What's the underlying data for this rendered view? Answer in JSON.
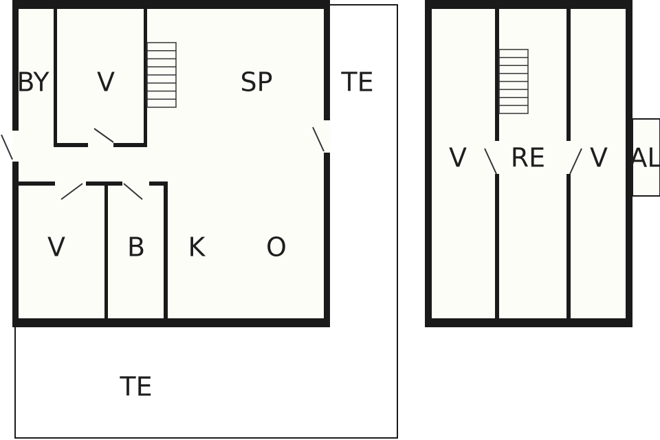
{
  "floor_plan": {
    "main_building": {
      "rooms": [
        {
          "id": "by",
          "label": "BY"
        },
        {
          "id": "v1",
          "label": "V"
        },
        {
          "id": "sp",
          "label": "SP"
        },
        {
          "id": "v2",
          "label": "V"
        },
        {
          "id": "b",
          "label": "B"
        },
        {
          "id": "k",
          "label": "K"
        },
        {
          "id": "o",
          "label": "O"
        }
      ],
      "terrace": [
        {
          "id": "te-right",
          "label": "TE"
        },
        {
          "id": "te-bottom",
          "label": "TE"
        }
      ]
    },
    "annex": {
      "rooms": [
        {
          "id": "v3",
          "label": "V"
        },
        {
          "id": "re",
          "label": "RE"
        },
        {
          "id": "v4",
          "label": "V"
        },
        {
          "id": "al",
          "label": "AL"
        }
      ]
    },
    "colors": {
      "wall": "#1a1a1a",
      "floor": "#fdfdf8",
      "background": "#ffffff"
    }
  }
}
